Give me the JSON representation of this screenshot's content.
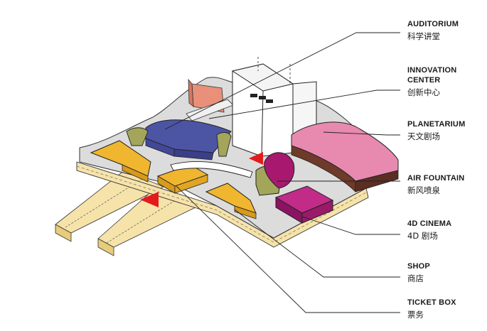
{
  "labels": {
    "auditorium": {
      "en": "AUDITORIUM",
      "zh": "科学讲堂"
    },
    "innovation": {
      "en_line1": "INNOVATION",
      "en_line2": "CENTER",
      "zh": "创新中心"
    },
    "planetarium": {
      "en": "PLANETARIUM",
      "zh": "天文剧场"
    },
    "air_fountain": {
      "en": "AIR FOUNTAIN",
      "zh": "新风喷泉"
    },
    "cinema": {
      "en": "4D CINEMA",
      "zh": "4D 剧场"
    },
    "shop": {
      "en": "SHOP",
      "zh": "商店"
    },
    "ticket": {
      "en": "TICKET BOX",
      "zh": "票务"
    }
  },
  "colors": {
    "auditorium": "#4c54a4",
    "innovation": "#e8907a",
    "planetarium": "#e889b0",
    "planetarium_base": "#6e3a2a",
    "air_fountain": "#a3a65a",
    "cinema": "#9a1a6a",
    "shop": "#f0b630",
    "ticket": "#f0b630",
    "platform": "#dcdcdc",
    "ground": "#f6e3aa",
    "arrow": "#e31b1b"
  }
}
